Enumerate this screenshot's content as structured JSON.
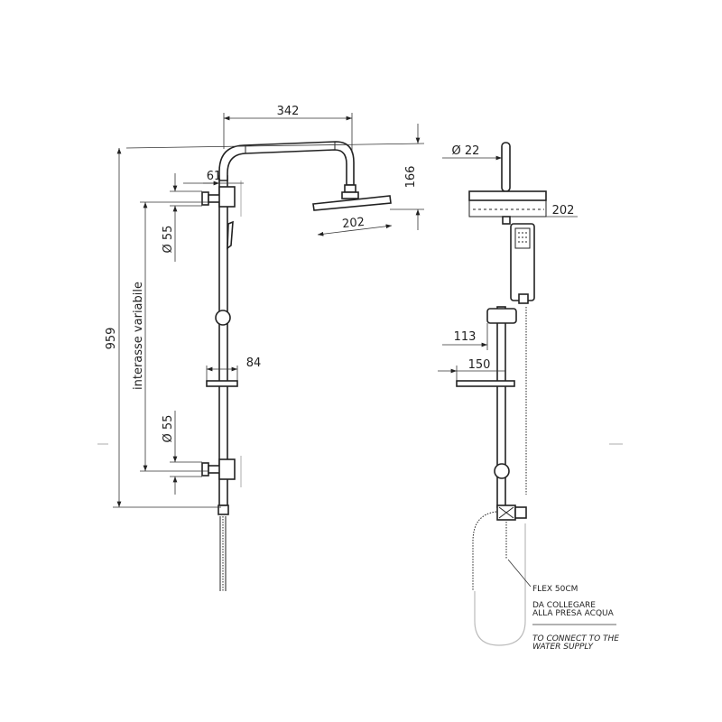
{
  "front_view": {
    "dim_arm_length": "342",
    "dim_head_drop": "166",
    "dim_head_width": "202",
    "dim_total_height": "959",
    "dim_interaxis": "interasse variabile",
    "dim_bracket_offset": "61",
    "dim_bracket_dia_top": "Ø 55",
    "dim_bracket_dia_bottom": "Ø 55",
    "dim_soap_dish": "84"
  },
  "side_view": {
    "dim_pipe_dia": "Ø 22",
    "dim_head_width": "202",
    "dim_slider_depth": "113",
    "dim_soap_dish_depth": "150",
    "note_flex": "FLEX 50CM",
    "note_it_line1": "DA COLLEGARE",
    "note_it_line2": "ALLA PRESA ACQUA",
    "note_en_line1": "TO CONNECT TO THE",
    "note_en_line2": "WATER SUPPLY"
  }
}
